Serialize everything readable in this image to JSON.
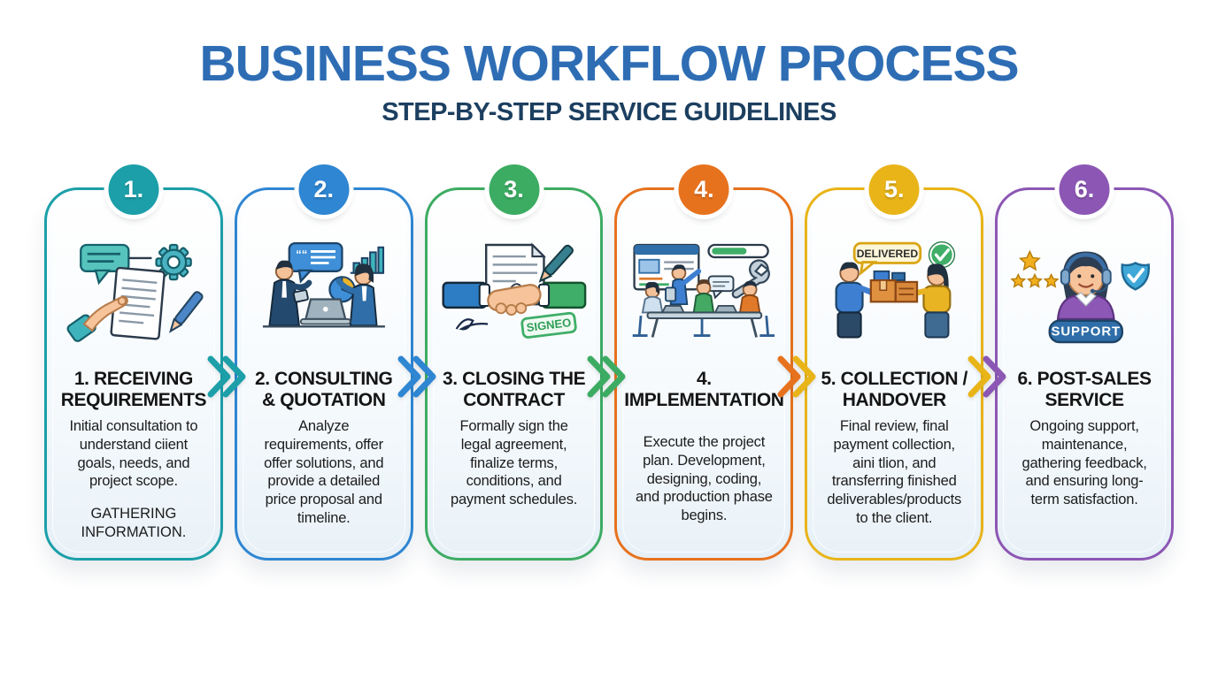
{
  "header": {
    "title": "BUSINESS WORKFLOW PROCESS",
    "subtitle": "STEP-BY-STEP SERVICE GUIDELINES",
    "title_color": "#2e6db4",
    "subtitle_color": "#1c3f60"
  },
  "steps": [
    {
      "number": "1.",
      "color": "#1C9FA8",
      "icon": "document-hand-gear-illustration",
      "title": "1. RECEIVING REQUIREMENTS",
      "description": "Initial consultation to understand ciient goals, needs, and project scope.",
      "note": "GATHERING INFORMATION."
    },
    {
      "number": "2.",
      "color": "#2F86D2",
      "icon": "consulting-people-illustration",
      "title": "2. CONSULTING & QUOTATION",
      "description": "Analyze requirements, offer offer solutions, and provide a detailed price proposal and timeline."
    },
    {
      "number": "3.",
      "color": "#3DAC63",
      "icon": "handshake-contract-illustration",
      "title": "3. CLOSING THE CONTRACT",
      "description": "Formally sign the legal agreement, finalize terms, conditions, and payment schedules.",
      "stamp": "SIGNEO"
    },
    {
      "number": "4.",
      "color": "#E7721E",
      "icon": "team-meeting-illustration",
      "title": "4. IMPLEMENTATION",
      "description": "Execute the project plan. Development, designing, coding, and production phase begins."
    },
    {
      "number": "5.",
      "color": "#E8B418",
      "icon": "package-handover-illustration",
      "title": "5. COLLECTION / HANDOVER",
      "description": "Final review, final payment collection, aini tlion, and transferring finished deliverables/products to the client.",
      "tag": "DELIVERED"
    },
    {
      "number": "6.",
      "color": "#8C57B4",
      "icon": "support-agent-illustration",
      "title": "6. POST-SALES SERVICE",
      "description": "Ongoing support, maintenance, gathering feedback, and ensuring long-term satisfaction.",
      "badge": "SUPPORT"
    }
  ],
  "arrows": [
    {
      "from_color": "#1C9FA8",
      "to_color": "#1C9FA8"
    },
    {
      "from_color": "#2F86D2",
      "to_color": "#2F86D2"
    },
    {
      "from_color": "#3DAC63",
      "to_color": "#3DAC63"
    },
    {
      "from_color": "#E7721E",
      "to_color": "#E8B418"
    },
    {
      "from_color": "#E8B418",
      "to_color": "#8C57B4"
    }
  ]
}
